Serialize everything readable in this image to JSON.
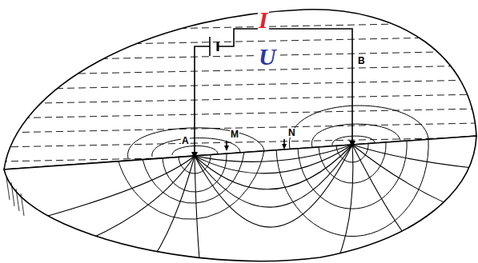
{
  "diagram": {
    "labels": [
      "I",
      "U",
      "A",
      "M",
      "N",
      "B"
    ]
  }
}
